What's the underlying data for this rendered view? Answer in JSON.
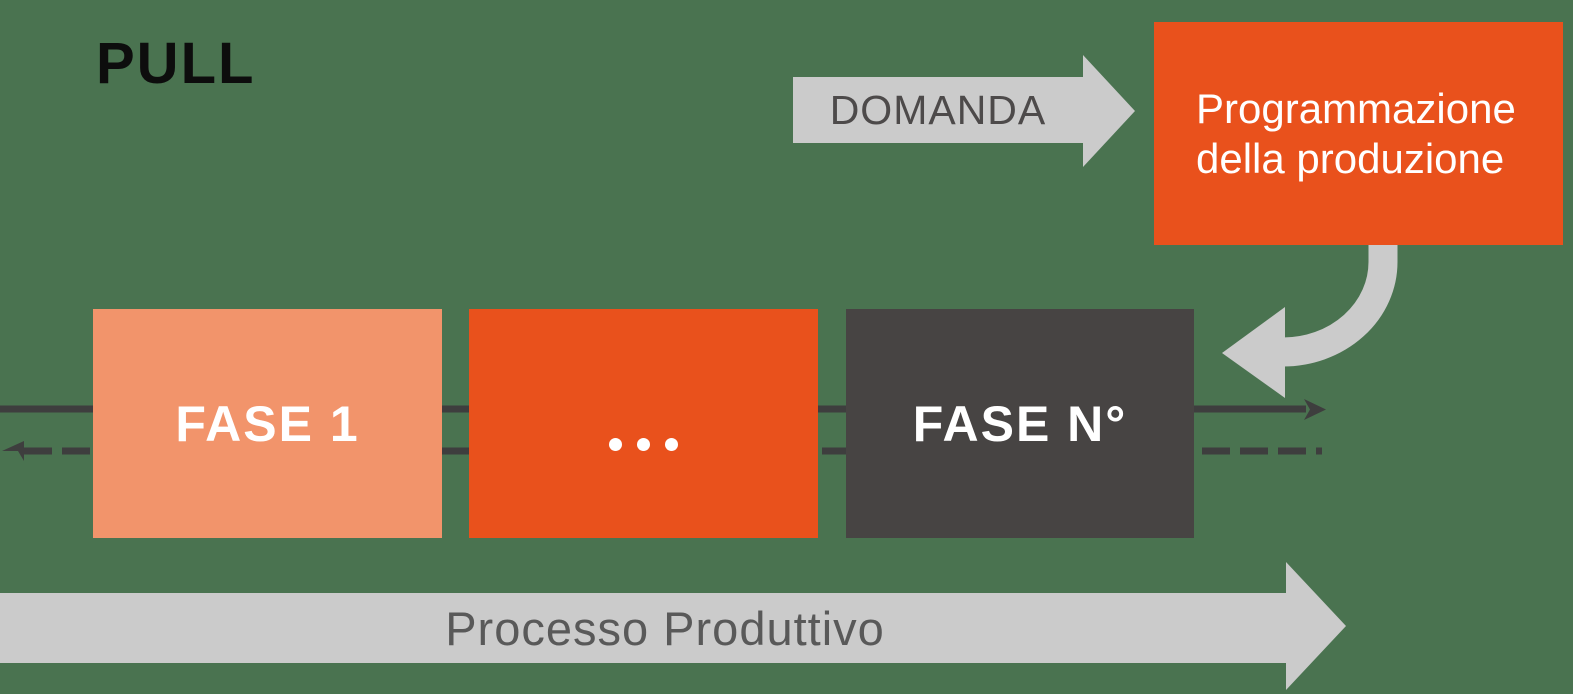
{
  "title": "PULL",
  "demand_arrow": {
    "label": "DOMANDA",
    "direction": "right"
  },
  "planning_box": {
    "line1": "Programmazione",
    "line2": "della produzione"
  },
  "phases": [
    {
      "label": "FASE 1"
    },
    {
      "label": "...",
      "rendered_as": "three-dots"
    },
    {
      "label": "FASE N°"
    }
  ],
  "flow_lines": {
    "forward_line": "solid, arrow pointing right",
    "return_line": "dashed, arrow pointing left"
  },
  "feedback_arrow": {
    "from": "planning-box",
    "to": "fase-n-box",
    "direction": "curved down-left"
  },
  "process_arrow": {
    "label": "Processo Produttivo",
    "direction": "right"
  },
  "colors": {
    "background": "#4A7350",
    "accent_orange": "#E9511C",
    "accent_salmon": "#F2946B",
    "dark_box": "#474443",
    "arrow_gray": "#CBCBCB",
    "line_dark": "#3E3E3E",
    "title_text": "#0D0D0D",
    "demand_text": "#4D4A4A",
    "process_text": "#595959",
    "box_text": "#FFFFFF"
  }
}
